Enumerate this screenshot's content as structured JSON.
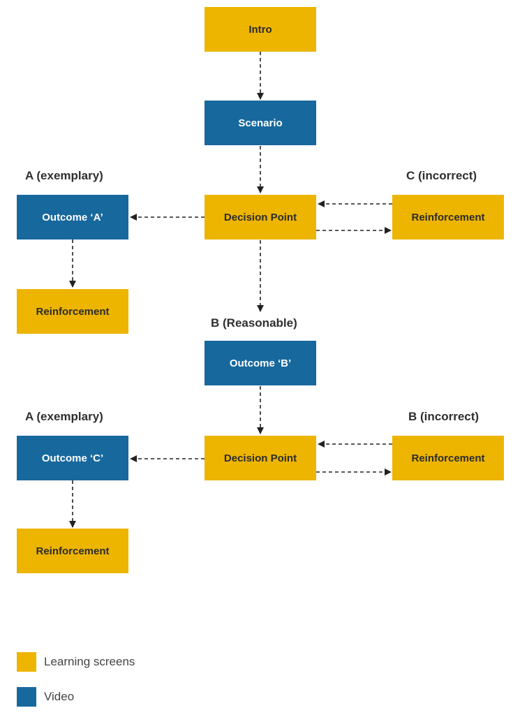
{
  "colors": {
    "learning": "#EDB500",
    "video": "#17689D",
    "connector": "#222222"
  },
  "nodes": {
    "intro": "Intro",
    "scenario": "Scenario",
    "decision_point_1": "Decision Point",
    "outcome_a": "Outcome ‘A’",
    "reinforcement_a1": "Reinforcement",
    "reinforcement_c": "Reinforcement",
    "outcome_b": "Outcome ‘B’",
    "decision_point_2": "Decision Point",
    "outcome_c": "Outcome ‘C’",
    "reinforcement_a2": "Reinforcement",
    "reinforcement_b": "Reinforcement"
  },
  "labels": {
    "a_exemplary_1": "A (exemplary)",
    "c_incorrect": "C (incorrect)",
    "b_reasonable": "B (Reasonable)",
    "a_exemplary_2": "A (exemplary)",
    "b_incorrect": "B (incorrect)"
  },
  "legend": {
    "learning_label": "Learning screens",
    "video_label": "Video"
  }
}
